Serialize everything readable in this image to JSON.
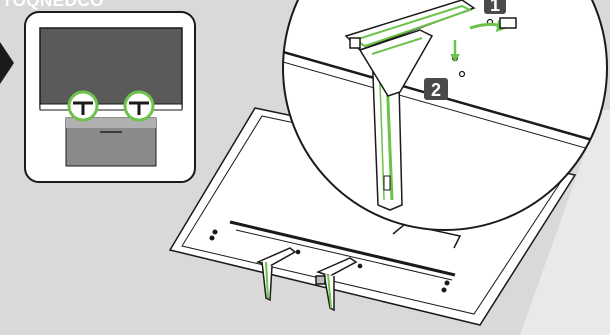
{
  "header": {
    "text": "TOQNEDCO"
  },
  "steps": [
    {
      "number": "1"
    },
    {
      "number": "2"
    }
  ],
  "colors": {
    "background": "#d9d9d9",
    "highlight": "#6cc24a",
    "line": "#1a1a1a",
    "panel_gray": "#8a8a8a"
  },
  "icons": {
    "arrow": "right-arrow-icon",
    "screw": "screw-icon",
    "stand": "tv-stand-icon"
  }
}
